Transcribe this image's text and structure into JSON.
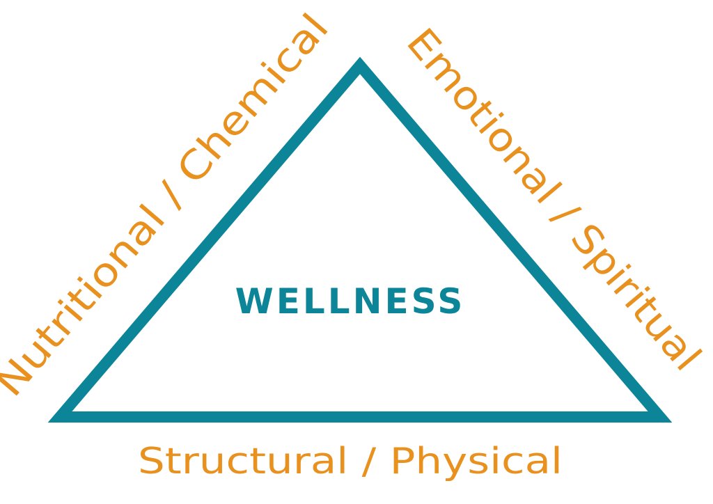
{
  "diagram": {
    "center_title": "WELLNESS",
    "left_label": "Nutritional / Chemical",
    "right_label": "Emotional / Spiritual",
    "bottom_label": "Structural / Physical"
  },
  "colors": {
    "triangle_stroke": "#0b8597",
    "center_text": "#0b8597",
    "label_text": "#e8911f",
    "background": "#ffffff"
  }
}
